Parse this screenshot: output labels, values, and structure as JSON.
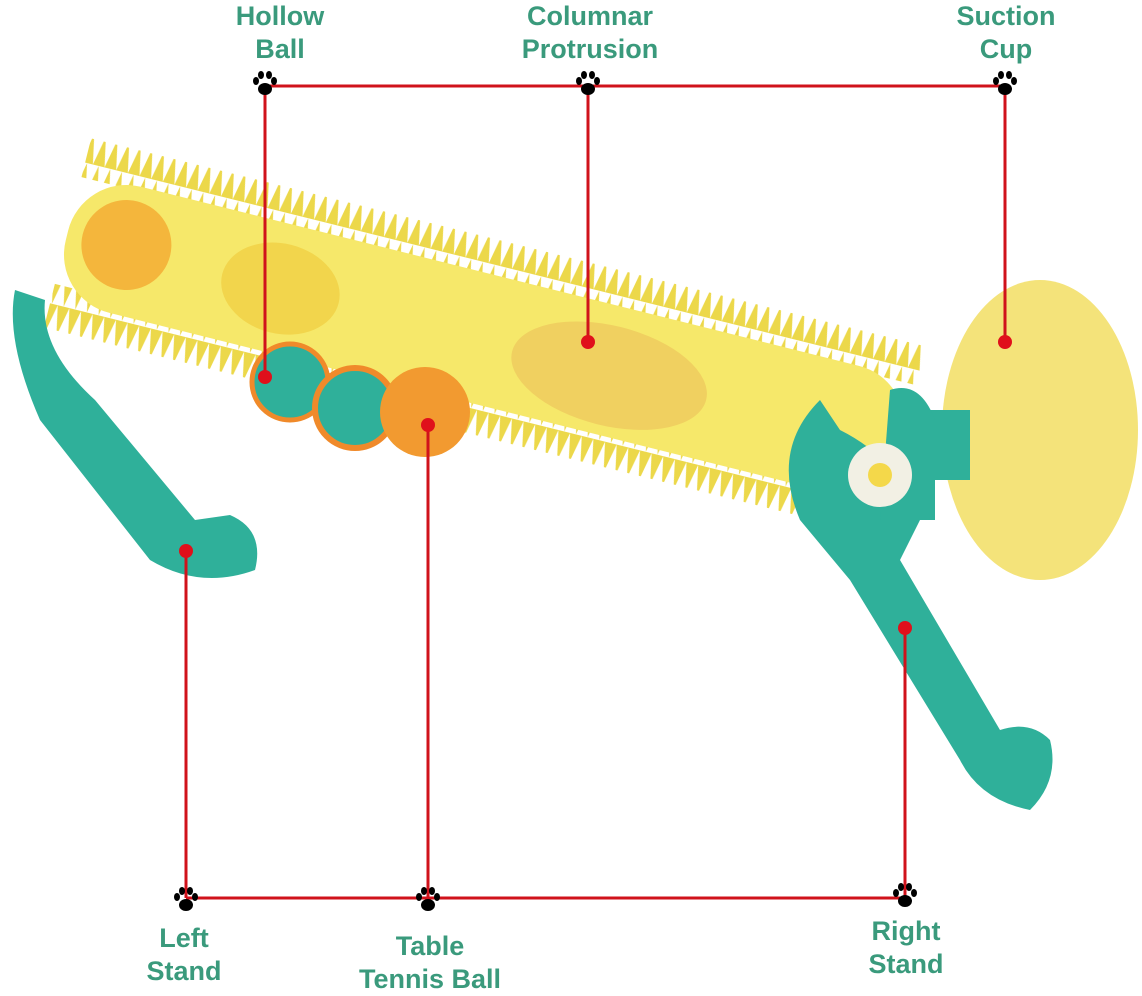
{
  "labels": {
    "hollow_ball": [
      "Hollow",
      "Ball"
    ],
    "columnar_protrusion": [
      "Columnar",
      "Protrusion"
    ],
    "suction_cup": [
      "Suction",
      "Cup"
    ],
    "left_stand": [
      "Left",
      "Stand"
    ],
    "table_tennis_ball": [
      "Table",
      "Tennis Ball"
    ],
    "right_stand": [
      "Right",
      "Stand"
    ]
  },
  "colors": {
    "label": "#3a9a7c",
    "line": "#d0121b",
    "tube": "#f6e86a",
    "stand": "#2fb09a"
  },
  "icons": {
    "marker": "paw-icon"
  }
}
